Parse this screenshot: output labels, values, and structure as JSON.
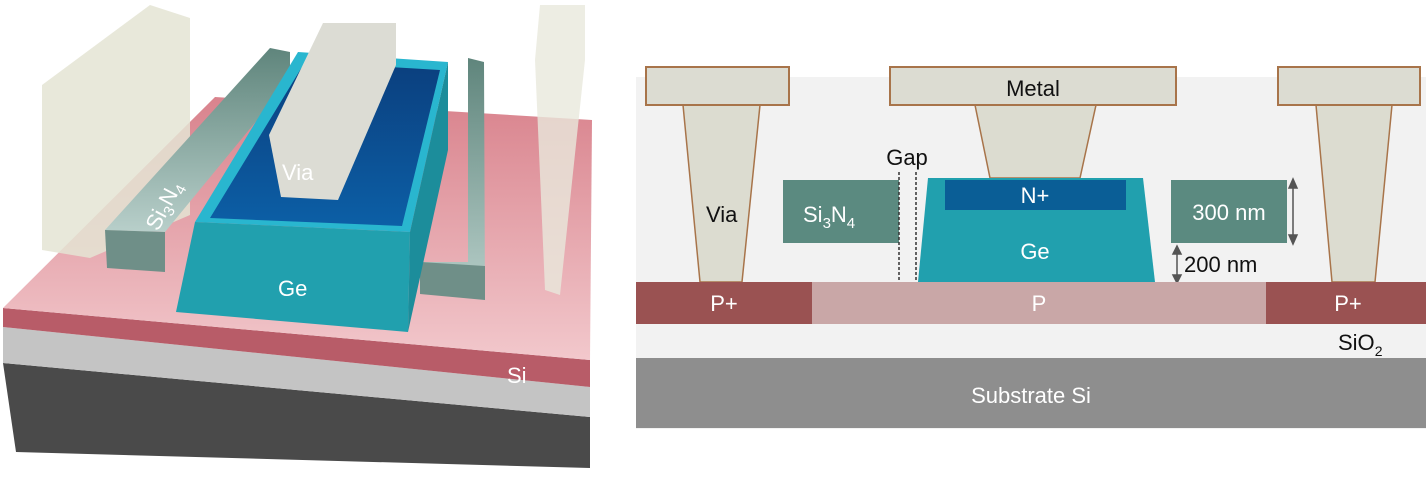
{
  "left_panel": {
    "labels": {
      "si3n4": [
        "Si",
        "3",
        "N",
        "4"
      ],
      "via": "Via",
      "ge": "Ge",
      "si": "Si"
    }
  },
  "right_panel": {
    "labels": {
      "metal": "Metal",
      "via": "Via",
      "gap": "Gap",
      "si3n4": [
        "Si",
        "3",
        "N",
        "4"
      ],
      "n_plus": "N+",
      "ge": "Ge",
      "thickness_300": "300 nm",
      "thickness_200": "200 nm",
      "p_plus_left": "P+",
      "p": "P",
      "p_plus_right": "P+",
      "sio2": [
        "SiO",
        "2"
      ],
      "substrate": "Substrate Si"
    }
  },
  "colors": {
    "ge": "#21a0ae",
    "n_plus": "#0a5e96",
    "si3n4": "#5b8a80",
    "p_plus": "#9a5252",
    "p": "#c9a7a7",
    "metal": "#dcdcd2",
    "substrate": "#8e8e8e"
  }
}
